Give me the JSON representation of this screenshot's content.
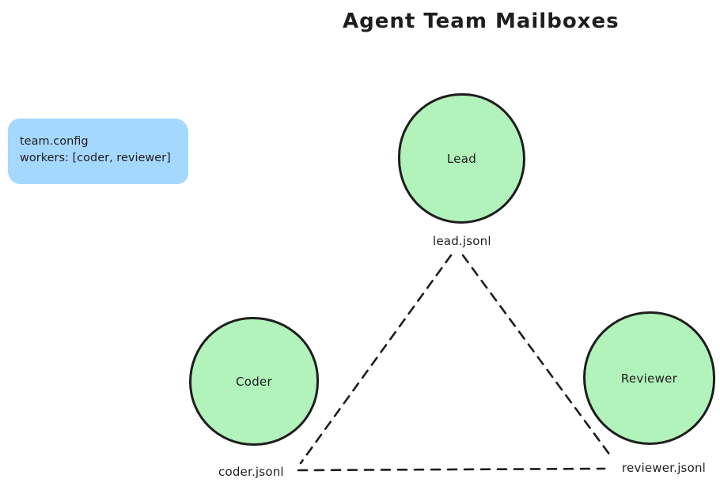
{
  "title": "Agent Team Mailboxes",
  "config_box": {
    "line1": "team.config",
    "line2": "workers: [coder, reviewer]"
  },
  "nodes": {
    "lead": {
      "label": "Lead",
      "mailbox": "lead.jsonl"
    },
    "coder": {
      "label": "Coder",
      "mailbox": "coder.jsonl"
    },
    "reviewer": {
      "label": "Reviewer",
      "mailbox": "reviewer.jsonl"
    }
  },
  "links": [
    {
      "from": "lead.jsonl",
      "to": "coder.jsonl",
      "style": "dashed"
    },
    {
      "from": "lead.jsonl",
      "to": "reviewer.jsonl",
      "style": "dashed"
    },
    {
      "from": "coder.jsonl",
      "to": "reviewer.jsonl",
      "style": "dashed"
    }
  ],
  "colors": {
    "node_fill": "#b2f2bb",
    "node_stroke": "#1e1e1e",
    "config_fill": "#a5d8ff",
    "line": "#1e1e1e",
    "text": "#1e1e1e"
  }
}
